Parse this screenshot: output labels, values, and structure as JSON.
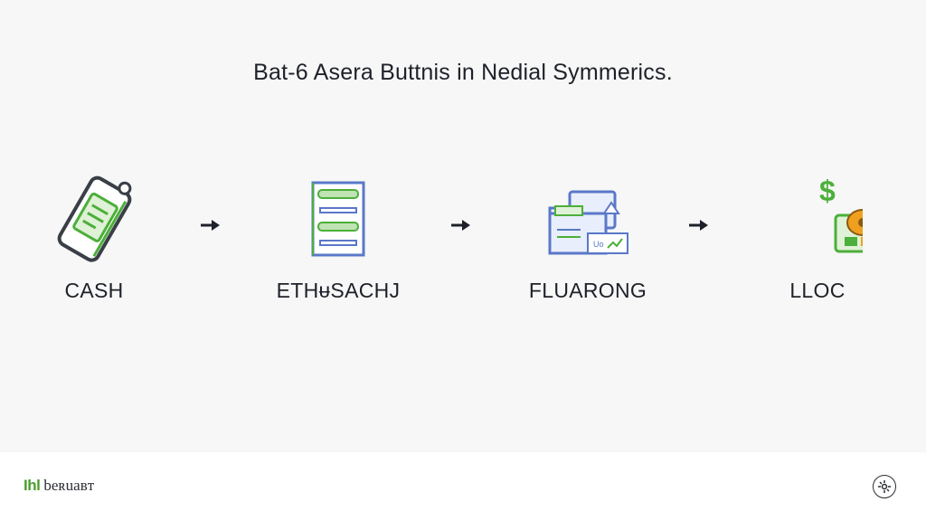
{
  "slide": {
    "title": "Bat-6 Asera Buttnis in Nedial Symmerics."
  },
  "steps": [
    {
      "label": "CASH",
      "icon": "card-reader-icon"
    },
    {
      "label": "ETHᵾSACHJ",
      "icon": "document-list-icon"
    },
    {
      "label": "FLUARONG",
      "icon": "files-folder-icon"
    },
    {
      "label": "LLOC",
      "icon": "money-bag-icon"
    }
  ],
  "arrows": [
    "arrow-right-icon",
    "arrow-right-icon",
    "arrow-right-icon"
  ],
  "icon_texts": {
    "dollar": "$",
    "folder_tag": "Uo"
  },
  "footer": {
    "brand_mark": "Ihl",
    "brand_name": "beʀuaʙт",
    "corner_icon": "settings-icon"
  },
  "colors": {
    "accent_green": "#4caf3a",
    "accent_blue": "#5a78c8",
    "accent_orange": "#f0a020",
    "text_dark": "#1e2129"
  }
}
